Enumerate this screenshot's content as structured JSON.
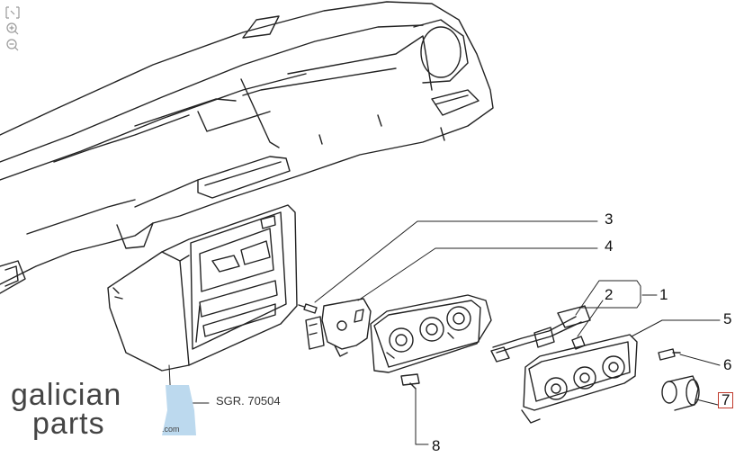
{
  "callouts": [
    {
      "id": "1",
      "label": "1"
    },
    {
      "id": "2",
      "label": "2"
    },
    {
      "id": "3",
      "label": "3"
    },
    {
      "id": "4",
      "label": "4"
    },
    {
      "id": "5",
      "label": "5"
    },
    {
      "id": "6",
      "label": "6"
    },
    {
      "id": "7",
      "label": "7",
      "highlight": true
    },
    {
      "id": "8",
      "label": "8"
    }
  ],
  "reference": {
    "code": "SGR. 70504"
  },
  "brand": {
    "line1": "galician",
    "line2": "parts",
    "tld": ".com",
    "accent_color": "#bcd9ee"
  },
  "zoom_controls": {
    "icons": [
      "expand-icon",
      "zoom-in-icon",
      "zoom-out-icon"
    ]
  },
  "colors": {
    "stroke": "#222222",
    "highlight_box": "#c0392b"
  }
}
